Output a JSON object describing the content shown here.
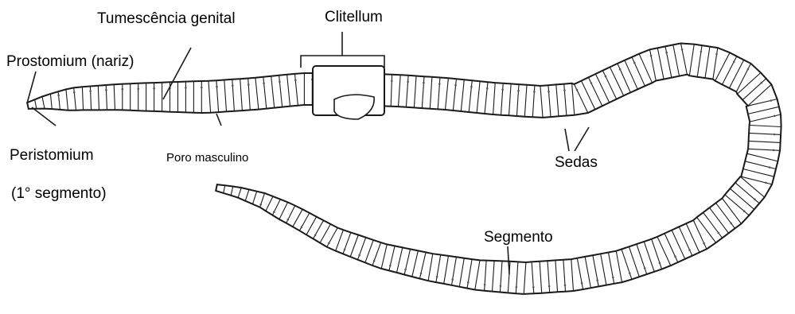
{
  "diagram": {
    "labels": {
      "tumescencia": "Tumescência genital",
      "clitellum": "Clitellum",
      "prostomium": "Prostomium (nariz)",
      "peristomium": "Peristomium",
      "peristomium_note": "(1° segmento)",
      "poro": "Poro masculino",
      "sedas": "Sedas",
      "segmento": "Segmento"
    },
    "colors": {
      "outline": "#1a1a1a",
      "body_fill": "#ffffff",
      "shade": "#555555",
      "background": "#ffffff"
    }
  }
}
